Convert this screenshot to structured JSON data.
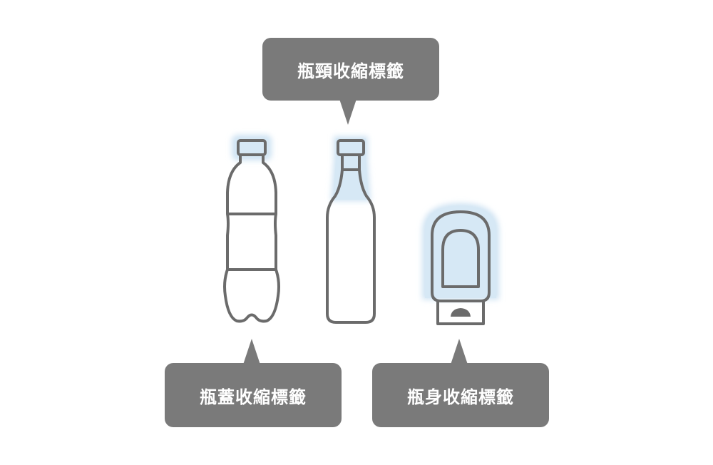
{
  "labels": {
    "neck": "瓶頸收縮標籤",
    "cap": "瓶蓋收縮標籤",
    "body": "瓶身收縮標籤"
  },
  "colors": {
    "bubble": "#7a7a7a",
    "outline": "#6b6b6b",
    "highlight": "#d6e8f5",
    "highlight_glow": "#bcd8ee"
  }
}
